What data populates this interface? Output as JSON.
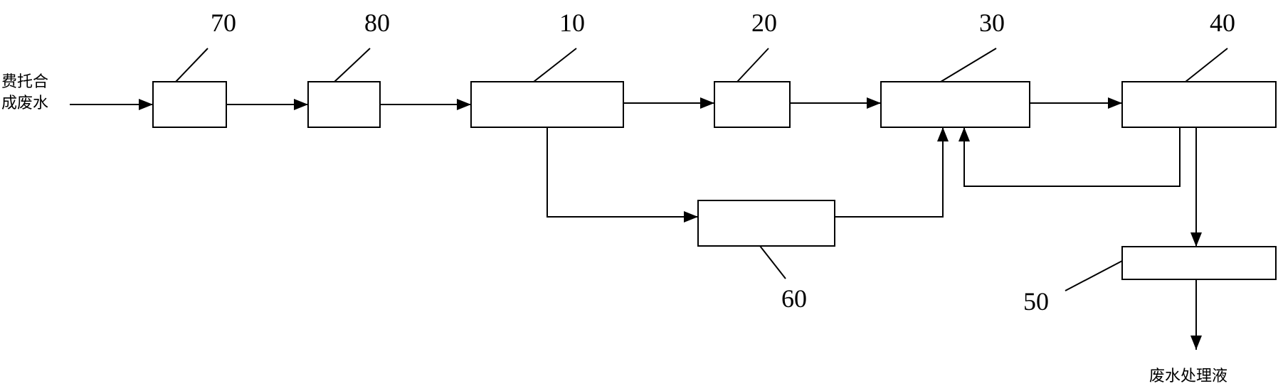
{
  "diagram": {
    "input": {
      "line1": "费托合",
      "line2": "成废水"
    },
    "output": "废水处理液",
    "units": [
      {
        "id": "u70",
        "label": "70"
      },
      {
        "id": "u80",
        "label": "80"
      },
      {
        "id": "u10",
        "label": "10"
      },
      {
        "id": "u20",
        "label": "20"
      },
      {
        "id": "u30",
        "label": "30"
      },
      {
        "id": "u40",
        "label": "40"
      },
      {
        "id": "u60",
        "label": "60"
      },
      {
        "id": "u50",
        "label": "50"
      }
    ],
    "colors": {
      "stroke": "#000000",
      "background": "#ffffff"
    }
  }
}
